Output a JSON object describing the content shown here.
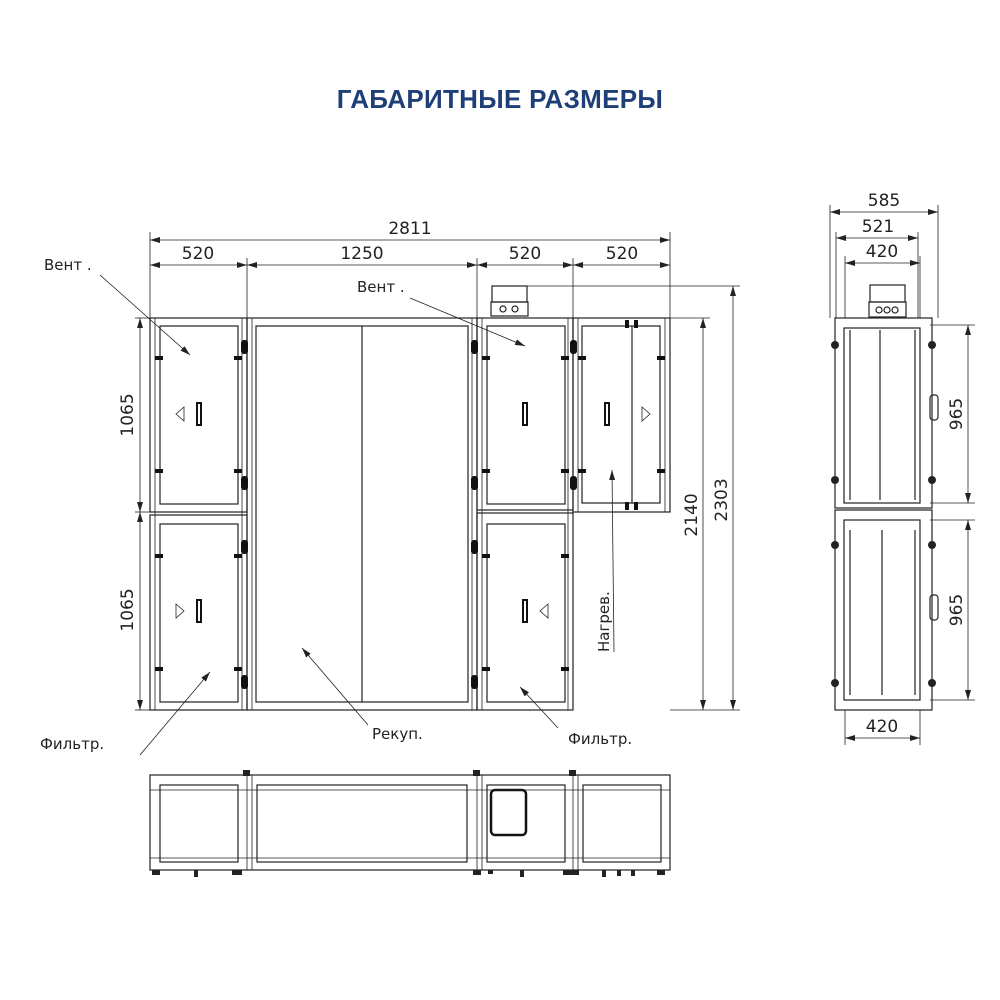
{
  "title": "ГАБАРИТНЫЕ РАЗМЕРЫ",
  "accent_color": "#1f3f78",
  "front_view": {
    "dimensions": {
      "total_width": "2811",
      "module_widths": [
        "520",
        "1250",
        "520",
        "520"
      ],
      "left_heights": [
        "1065",
        "1065"
      ],
      "body_height": "2140",
      "total_height": "2303"
    },
    "labels": {
      "fan_left": "Вент .",
      "fan_right": "Вент .",
      "heater": "Нагрев.",
      "filter_left": "Фильтр.",
      "recuperator": "Рекуп.",
      "filter_right": "Фильтр."
    }
  },
  "side_view": {
    "dimensions": {
      "width_total": "585",
      "width_mid": "521",
      "width_inner": "420",
      "module_heights": [
        "965",
        "965"
      ],
      "bottom_width": "420"
    }
  }
}
